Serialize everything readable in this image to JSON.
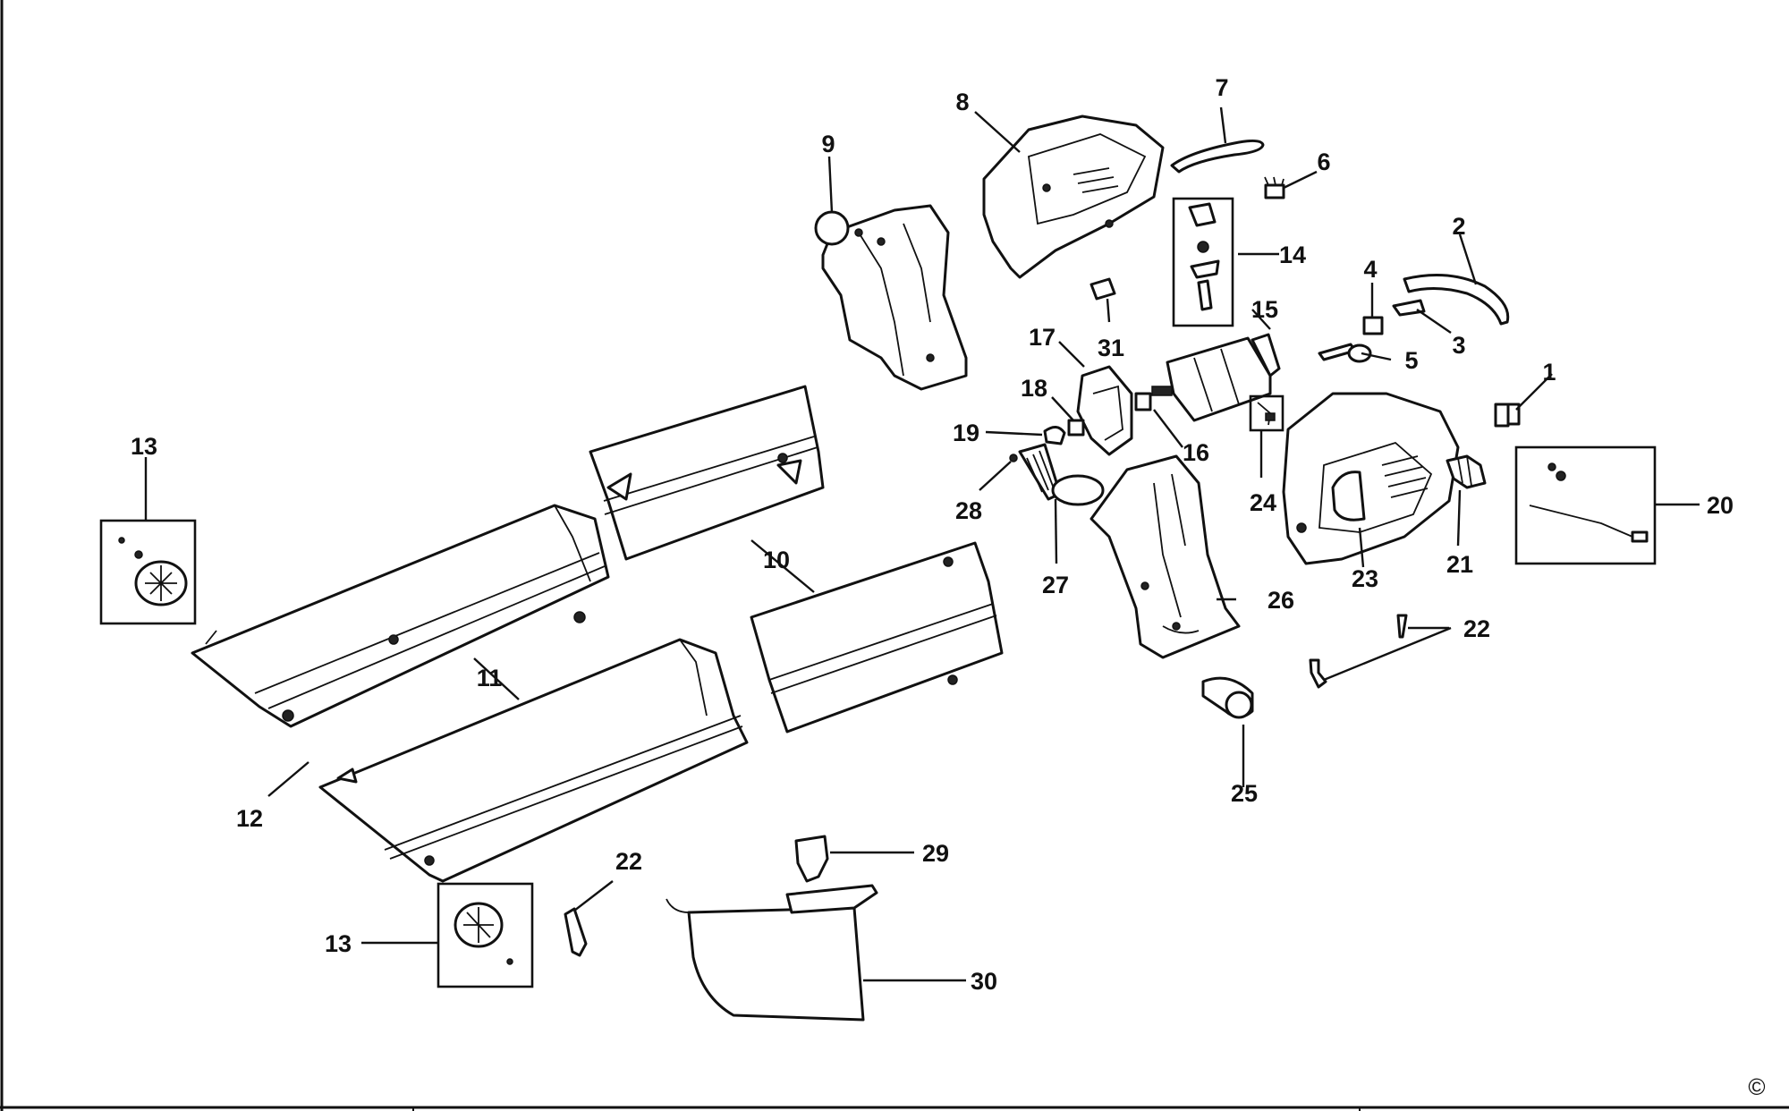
{
  "callouts": {
    "c1": "1",
    "c2": "2",
    "c3": "3",
    "c4": "4",
    "c5": "5",
    "c6": "6",
    "c7": "7",
    "c8": "8",
    "c9": "9",
    "c10": "10",
    "c11": "11",
    "c12": "12",
    "c13a": "13",
    "c13b": "13",
    "c14": "14",
    "c15": "15",
    "c16": "16",
    "c17": "17",
    "c18": "18",
    "c19": "19",
    "c20": "20",
    "c21": "21",
    "c22a": "22",
    "c22b": "22",
    "c23": "23",
    "c24": "24",
    "c25": "25",
    "c26": "26",
    "c27": "27",
    "c28": "28",
    "c29": "29",
    "c30": "30",
    "c31": "31"
  },
  "copyright_symbol": "©"
}
